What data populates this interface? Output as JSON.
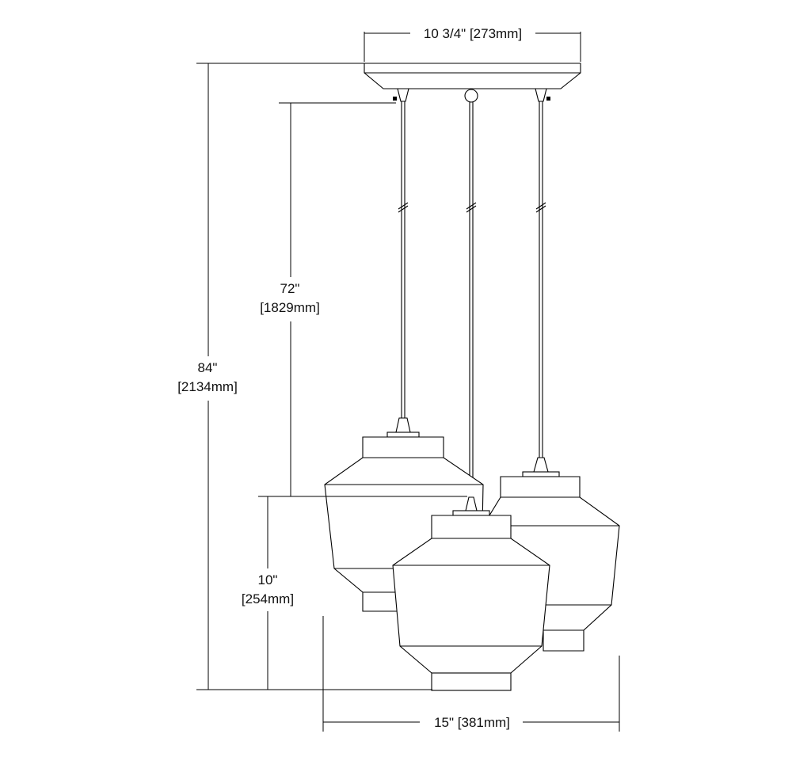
{
  "dimensions": {
    "canopy_width": "10 3/4\" [273mm]",
    "overall_height_in": "84\"",
    "overall_height_mm": "[2134mm]",
    "cord_length_in": "72\"",
    "cord_length_mm": "[1829mm]",
    "shade_height_in": "10\"",
    "shade_height_mm": "[254mm]",
    "overall_width": "15\" [381mm]"
  }
}
